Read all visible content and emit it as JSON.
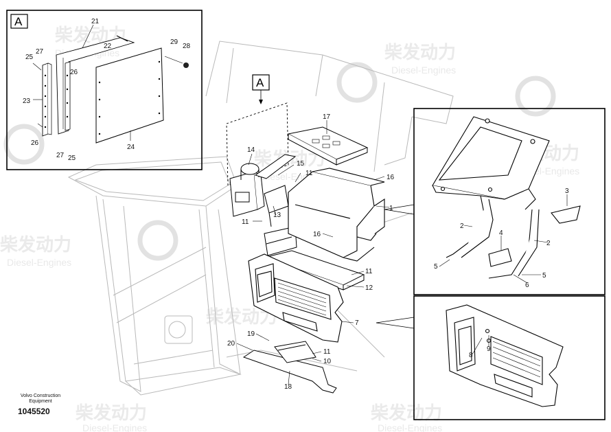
{
  "watermark": {
    "brand": "柴发动力",
    "sub": "Diesel-Engines"
  },
  "detail_label": "A",
  "callouts": {
    "c1": "1",
    "c2a": "2",
    "c2b": "2",
    "c3": "3",
    "c4": "4",
    "c5a": "5",
    "c5b": "5",
    "c6": "6",
    "c7": "7",
    "c8": "8",
    "c9": "9",
    "c10": "10",
    "c11a": "11",
    "c11b": "11",
    "c11c": "11",
    "c11d": "11",
    "c12": "12",
    "c13": "13",
    "c14": "14",
    "c15": "15",
    "c16a": "16",
    "c16b": "16",
    "c17": "17",
    "c18": "18",
    "c19": "19",
    "c20": "20",
    "c21": "21",
    "c22": "22",
    "c23": "23",
    "c24": "24",
    "c25a": "25",
    "c25b": "25",
    "c26a": "26",
    "c26b": "26",
    "c27a": "27",
    "c27b": "27",
    "c28": "28",
    "c29": "29"
  },
  "caption": {
    "company": "Volvo Construction Equipment",
    "drawing_number": "1045520"
  }
}
